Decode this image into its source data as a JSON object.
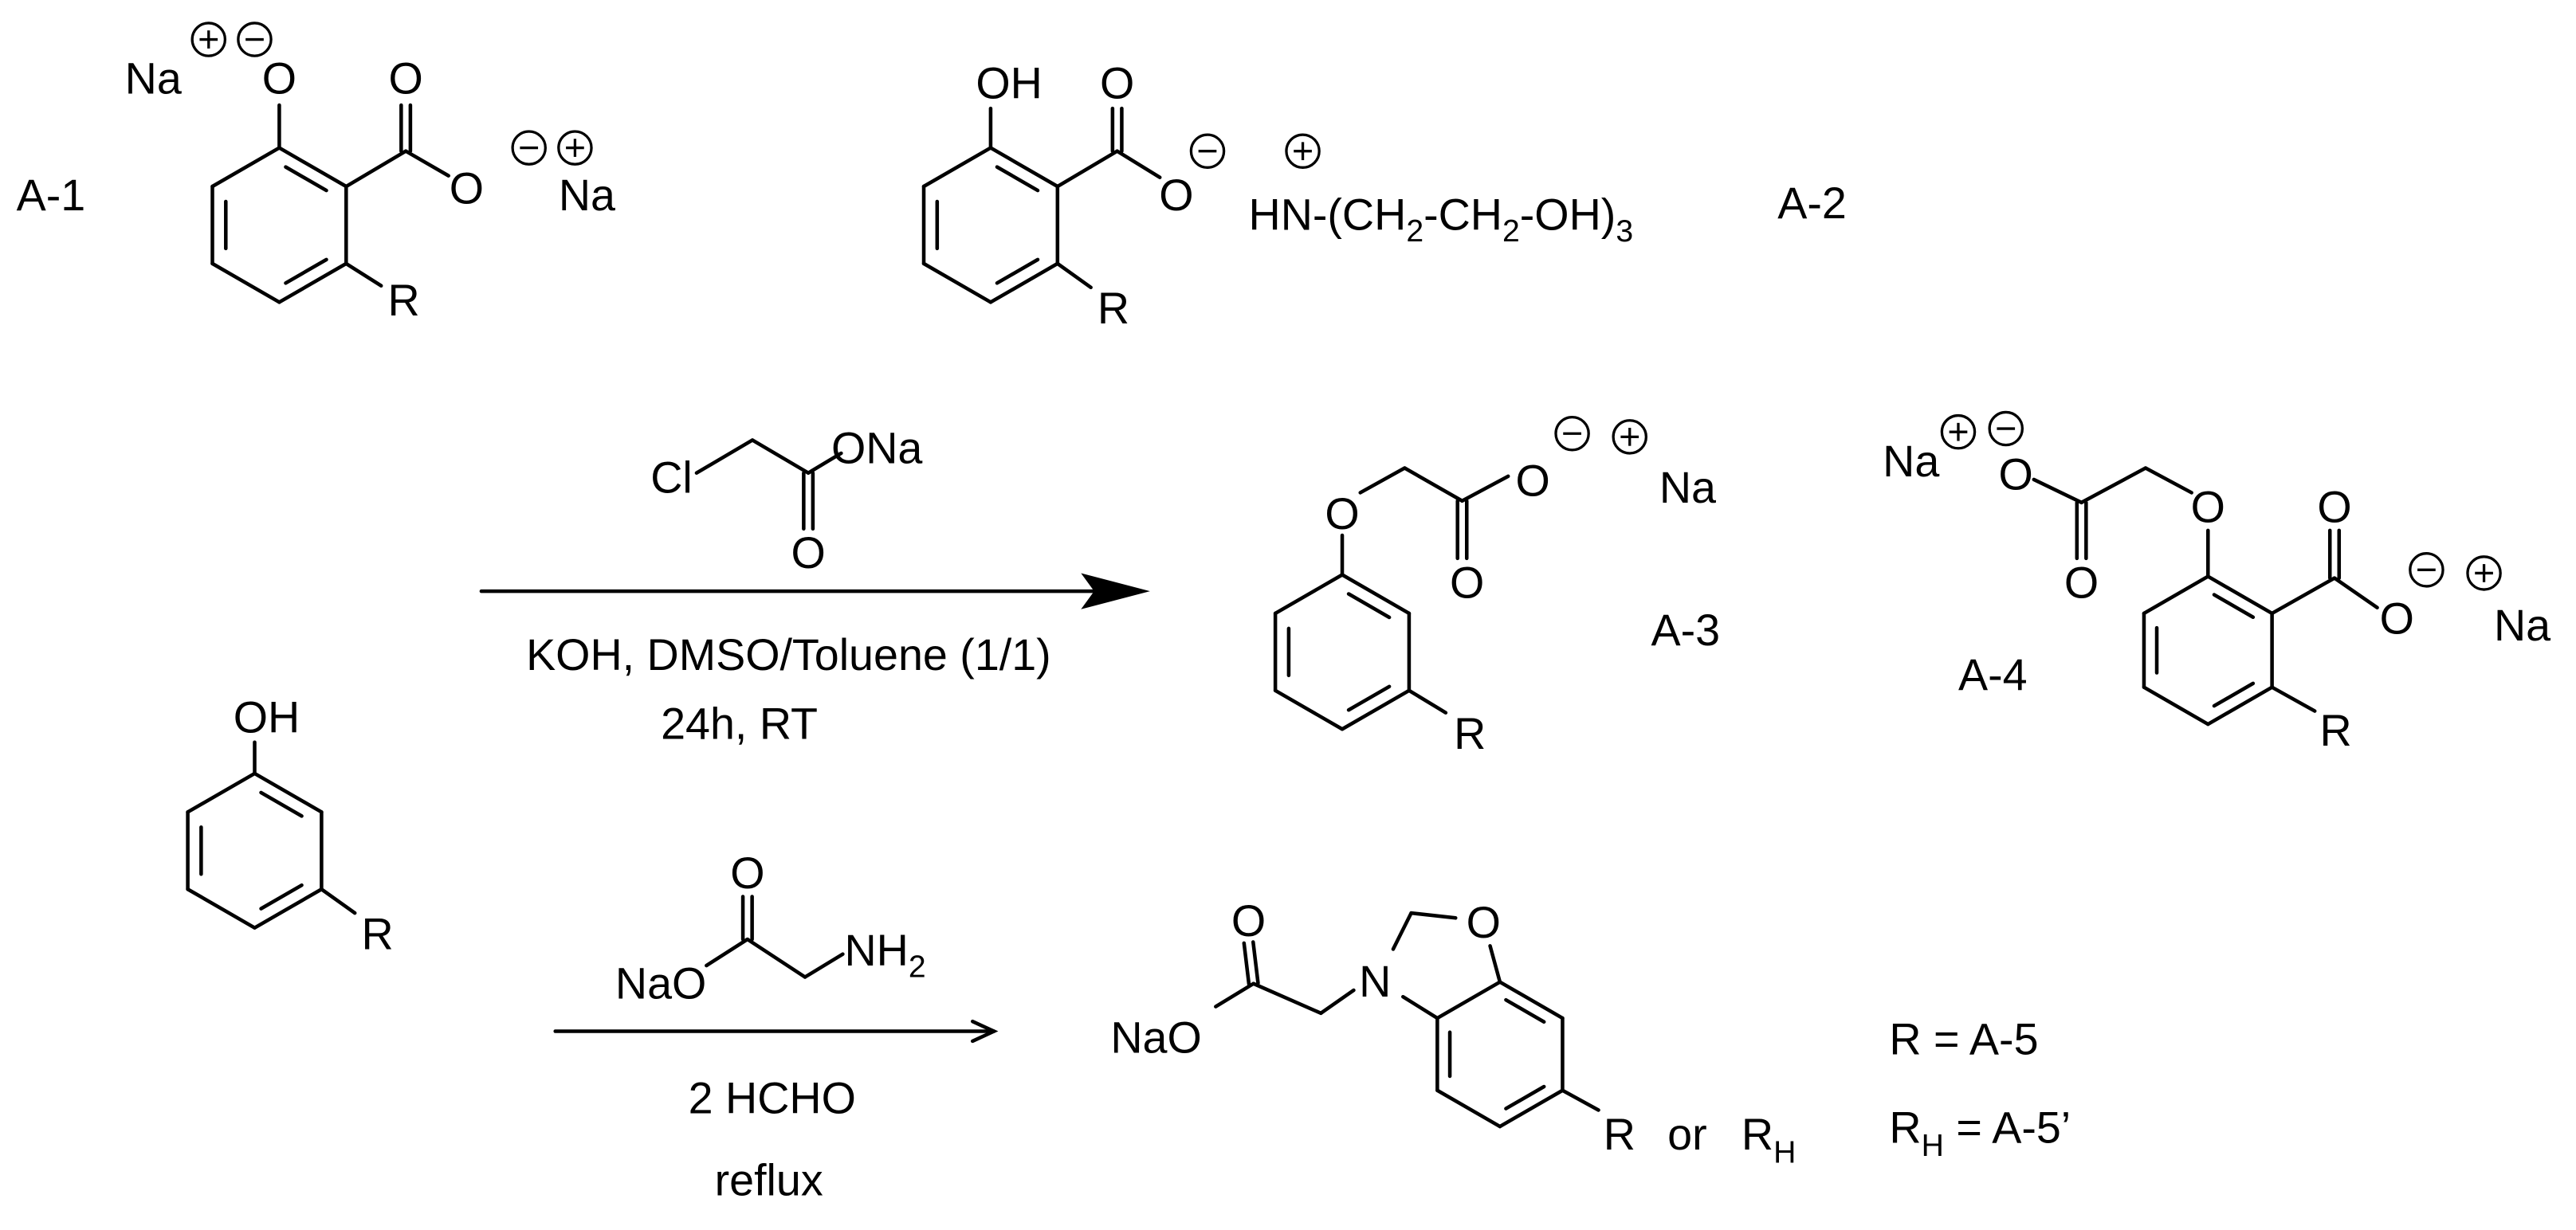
{
  "compounds": {
    "a1": {
      "label": "A-1",
      "na_top": "Na",
      "o_phenoxide": "O",
      "o_carbonyl": "O",
      "o_carboxylate": "O",
      "na_right": "Na",
      "r": "R"
    },
    "a2": {
      "label": "A-2",
      "oh": "OH",
      "o_carbonyl": "O",
      "o_carboxylate": "O",
      "counterion": {
        "p1": "HN-(CH",
        "s1": "2",
        "p2": "-CH",
        "s2": "2",
        "p3": "-OH)",
        "s3": "3"
      },
      "r": "R"
    },
    "phenol": {
      "oh": "OH",
      "r": "R"
    },
    "a3": {
      "label": "A-3",
      "o_ether": "O",
      "o_carbonyl": "O",
      "o_carboxylate": "O",
      "na": "Na",
      "r": "R"
    },
    "a4": {
      "label": "A-4",
      "na_left": "Na",
      "o_carboxylate_left": "O",
      "o_carbonyl_left": "O",
      "o_ether": "O",
      "o_carbonyl_right": "O",
      "o_carboxylate_right": "O",
      "na_right": "Na",
      "r": "R"
    },
    "a5": {
      "nao": "NaO",
      "o_carbonyl": "O",
      "n": "N",
      "o_ring": "O",
      "r": "R",
      "or": "or",
      "rh_main": "R",
      "rh_sub": "H"
    }
  },
  "reaction1": {
    "reagent": {
      "cl": "Cl",
      "ona": "ONa",
      "o_carbonyl": "O"
    },
    "conditions": [
      "KOH, DMSO/Toluene (1/1)",
      "24h, RT"
    ]
  },
  "reaction2": {
    "reagent": {
      "nao": "NaO",
      "o_carbonyl": "O",
      "nh": "NH",
      "nh_sub": "2"
    },
    "conditions": [
      "2 HCHO",
      "reflux"
    ]
  },
  "legend": {
    "line1": "R = A-5",
    "line2_main": "R",
    "line2_sub": "H",
    "line2_rest": " = A-5’"
  }
}
